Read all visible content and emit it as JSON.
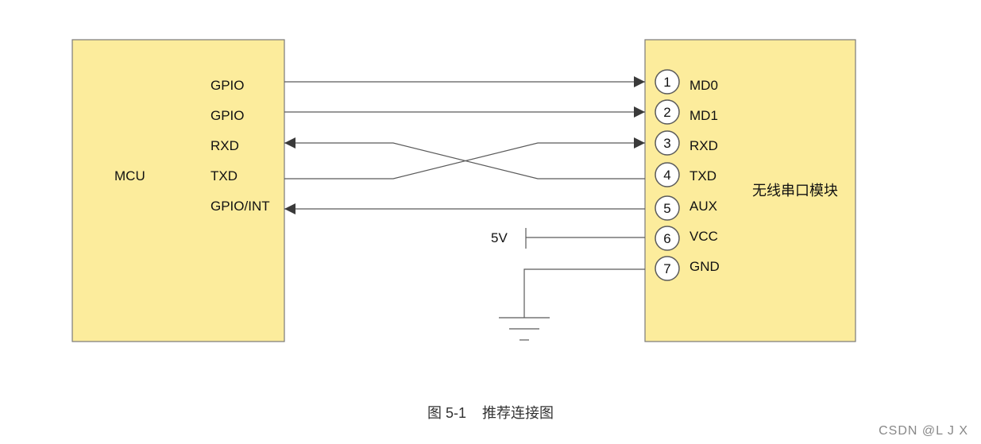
{
  "mcu": {
    "name": "MCU",
    "pins": [
      "GPIO",
      "GPIO",
      "RXD",
      "TXD",
      "GPIO/INT"
    ]
  },
  "module": {
    "name": "无线串口模块",
    "pins": [
      {
        "num": "1",
        "label": "MD0"
      },
      {
        "num": "2",
        "label": "MD1"
      },
      {
        "num": "3",
        "label": "RXD"
      },
      {
        "num": "4",
        "label": "TXD"
      },
      {
        "num": "5",
        "label": "AUX"
      },
      {
        "num": "6",
        "label": "VCC"
      },
      {
        "num": "7",
        "label": "GND"
      }
    ]
  },
  "power": {
    "label": "5V"
  },
  "caption": "图 5-1    推荐连接图",
  "watermark": "CSDN @L J X",
  "colors": {
    "box_fill": "#fcec9c",
    "box_stroke": "#7a7a7a",
    "wire": "#5a5a5a",
    "circle_fill": "#ffffff"
  }
}
